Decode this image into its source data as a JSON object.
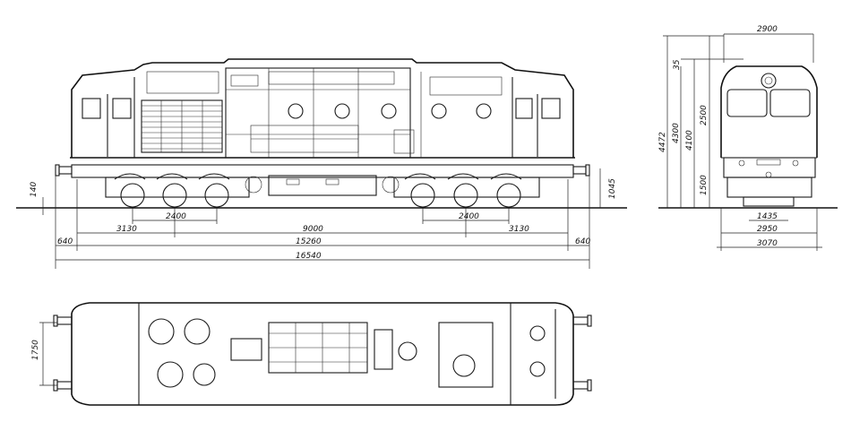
{
  "side_view": {
    "dims": {
      "wheel_height": "140",
      "bogie_spacing_left": "2400",
      "bogie_spacing_right": "2400",
      "end_left": "3130",
      "center": "9000",
      "end_right": "3130",
      "overhang_left": "640",
      "between_buffers_inner": "15260",
      "overhang_right": "640",
      "overall_length": "16540",
      "buffer_height": "1045"
    }
  },
  "front_view": {
    "dims": {
      "top_width": "2900",
      "pantograph_gap": "35",
      "overall_height": "4472",
      "body_height": "4300",
      "cab_height": "4100",
      "window_height": "2500",
      "frame_height": "1500",
      "wheel_gauge": "1435",
      "width_inner": "2950",
      "width_outer": "3070"
    }
  },
  "top_view": {
    "dims": {
      "half_width": "1750"
    }
  }
}
